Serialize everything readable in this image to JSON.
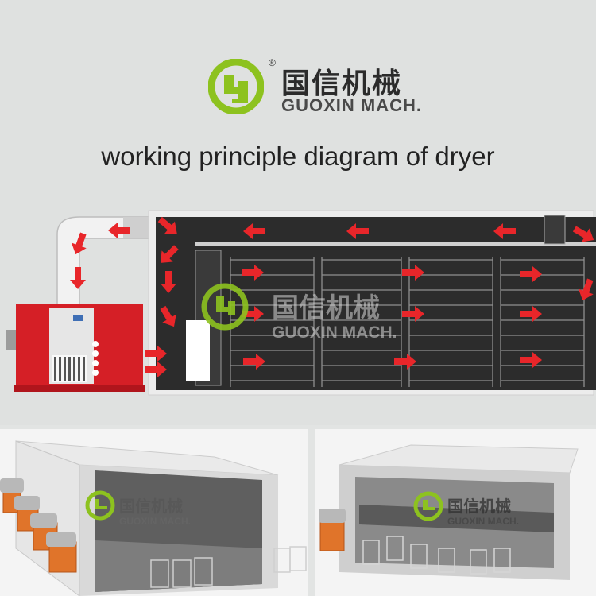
{
  "brand": {
    "cn": "国信机械",
    "en": "GUOXIN MACH.",
    "reg": "®",
    "color": "#8dc21f"
  },
  "subtitle": "working principle diagram of dryer",
  "colors": {
    "arrow": "#e8262a",
    "chamber": "#2c2c2c",
    "heater": "#d51f26"
  },
  "icons": [
    "logo-mark-icon",
    "flow-arrow-icon"
  ]
}
